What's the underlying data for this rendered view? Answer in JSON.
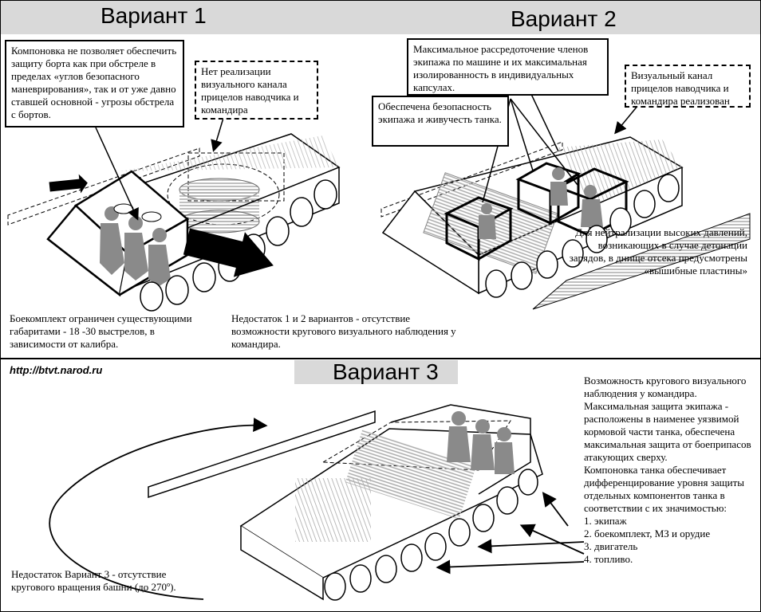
{
  "site_url": "http://btvt.narod.ru",
  "variant1": {
    "title": "Вариант 1",
    "note_side": "Компоновка не позволяет обеспечить защиту борта как при обстреле в пределах «углов безопасного маневрирования», так и от уже давно ставшей основной - угрозы обстрела с бортов.",
    "note_sight": "Нет реализации визуального канала прицелов наводчика и командира",
    "note_ammo": "Боекомплект ограничен существующими габаритами - 18 -30 выстрелов, в зависимости от калибра."
  },
  "shared_note": "Недостаток 1 и 2 вариантов - отсутствие возможности кругового визуального наблюдения у командира.",
  "variant2": {
    "title": "Вариант 2",
    "note_dispersal": "Максимальное рассредоточение членов экипажа по машине и их максимальная изолированность в индивидуальных капсулах.",
    "note_safety": "Обеспечена безопасность экипажа и живучесть танка.",
    "note_sight": "Визуальный канал прицелов наводчика и командира реализован",
    "note_blowout": "Для нейтрализации высоких давлений, возникающих в случае детонации зарядов, в днище отсека предусмотрены «вышибные пластины»"
  },
  "variant3": {
    "title": "Вариант 3",
    "description": [
      "Возможность кругового визуального наблюдения у командира.",
      "Максимальная защита экипажа - расположены в наименее уязвимой кормовой части танка, обеспечена максимальная защита от боеприпасов атакующих сверху.",
      "Компоновка танка обеспечивает дифференцирование уровня защиты отдельных компонентов танка в соответствии с их значимостью:"
    ],
    "priority_list": [
      "1. экипаж",
      "2. боекомплект, МЗ и орудие",
      "3. двигатель",
      "4. топливо."
    ],
    "note_drawback": "Недостаток Вариант 3 - отсутствие кругового вращения башни (до 270º)."
  },
  "colors": {
    "band": "#d9d9d9",
    "figure": "#8a8a8a",
    "line": "#000000"
  }
}
